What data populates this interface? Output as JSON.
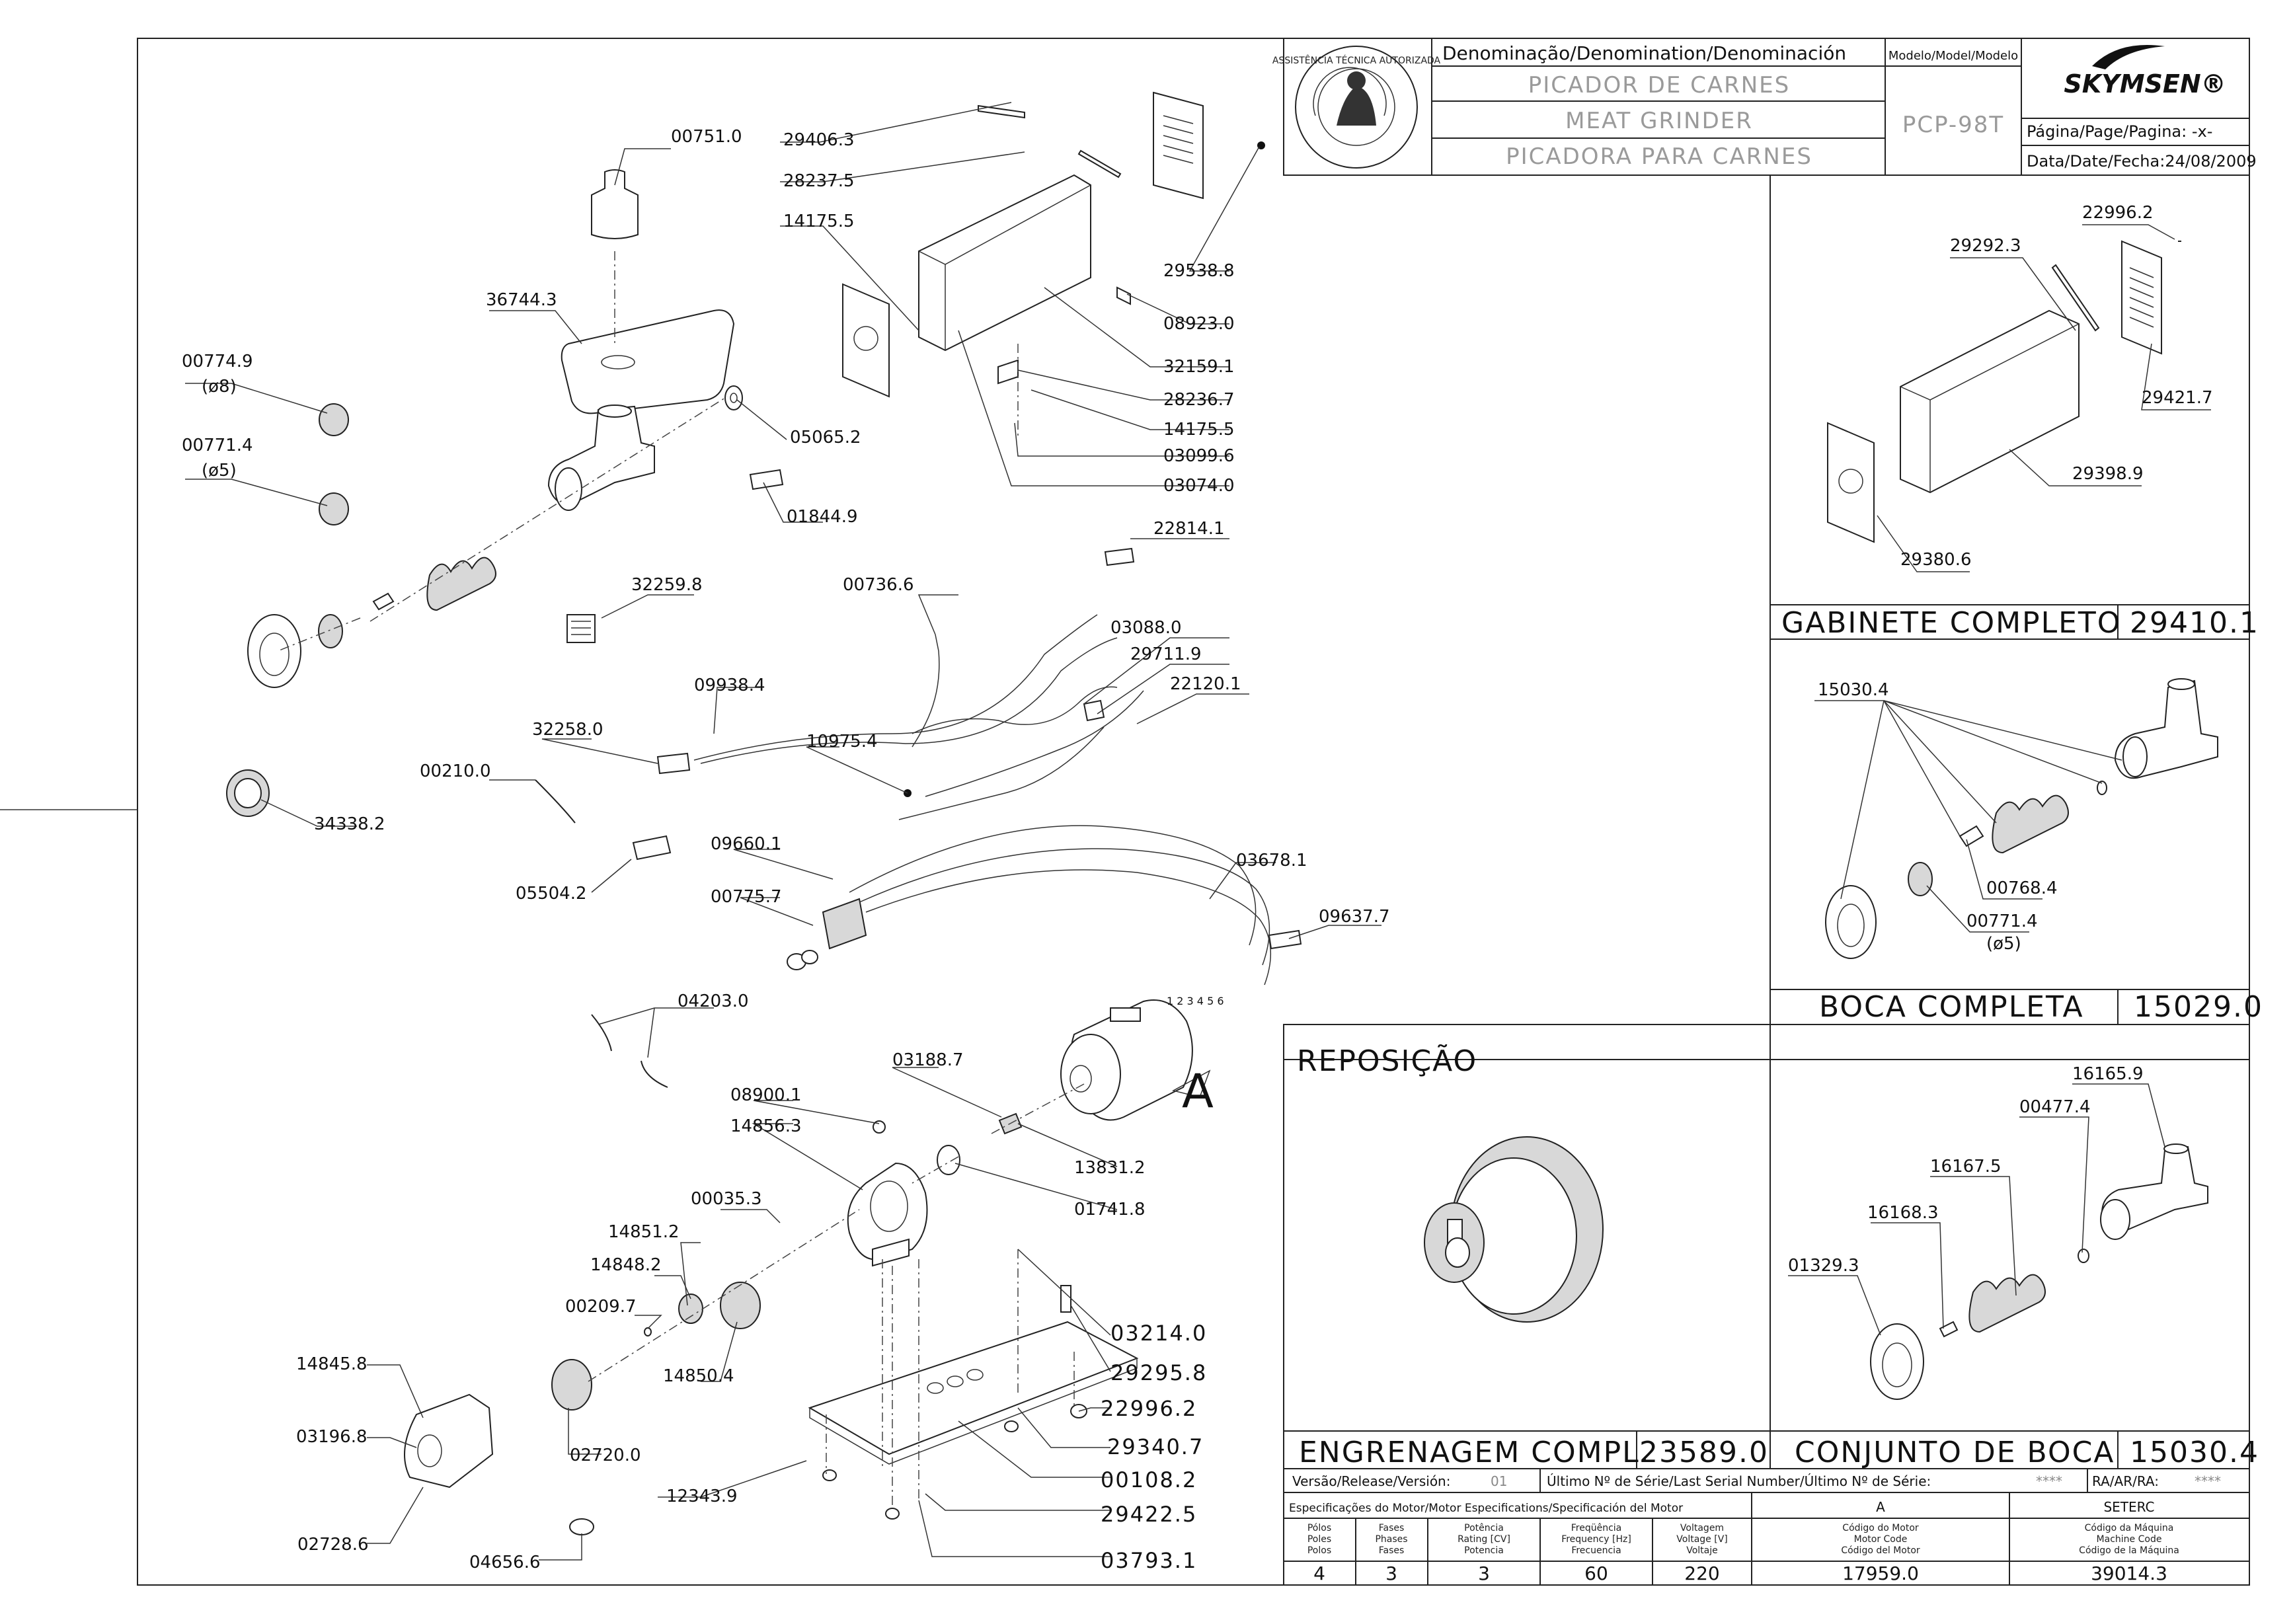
{
  "title_block": {
    "denomination_label": "Denominação/Denomination/Denominación",
    "name_pt": "PICADOR DE CARNES",
    "name_en": "MEAT GRINDER",
    "name_es": "PICADORA PARA CARNES",
    "model_label": "Modelo/Model/Modelo",
    "model_value": "PCP-98T",
    "brand": "SKYMSEN®",
    "page_label": "Página/Page/Pagina: -x-",
    "date_label": "Data/Date/Fecha:24/08/2009",
    "seal_text": "ASSISTÊNCIA TÉCNICA AUTORIZADA"
  },
  "main_parts": [
    {
      "id": "00751.0"
    },
    {
      "id": "36744.3"
    },
    {
      "id": "00774.9",
      "note": "(ø8)"
    },
    {
      "id": "00771.4",
      "note": "(ø5)"
    },
    {
      "id": "05065.2"
    },
    {
      "id": "01844.9"
    },
    {
      "id": "29406.3"
    },
    {
      "id": "28237.5"
    },
    {
      "id": "14175.5"
    },
    {
      "id": "29538.8"
    },
    {
      "id": "08923.0"
    },
    {
      "id": "32159.1"
    },
    {
      "id": "28236.7"
    },
    {
      "id": "14175.5"
    },
    {
      "id": "03099.6"
    },
    {
      "id": "03074.0"
    },
    {
      "id": "22814.1"
    },
    {
      "id": "32259.8"
    },
    {
      "id": "00736.6"
    },
    {
      "id": "03088.0"
    },
    {
      "id": "29711.9"
    },
    {
      "id": "22120.1"
    },
    {
      "id": "09938.4"
    },
    {
      "id": "10975.4"
    },
    {
      "id": "32258.0"
    },
    {
      "id": "00210.0"
    },
    {
      "id": "34338.2"
    },
    {
      "id": "05504.2"
    },
    {
      "id": "09660.1"
    },
    {
      "id": "00775.7"
    },
    {
      "id": "03678.1"
    },
    {
      "id": "09637.7"
    },
    {
      "id": "04203.0"
    },
    {
      "id": "03188.7"
    },
    {
      "id": "08900.1"
    },
    {
      "id": "14856.3"
    },
    {
      "id": "13831.2"
    },
    {
      "id": "01741.8"
    },
    {
      "id": "00035.3"
    },
    {
      "id": "14851.2"
    },
    {
      "id": "14848.2"
    },
    {
      "id": "00209.7"
    },
    {
      "id": "14850.4"
    },
    {
      "id": "03214.0"
    },
    {
      "id": "29295.8"
    },
    {
      "id": "22996.2"
    },
    {
      "id": "14845.8"
    },
    {
      "id": "03196.8"
    },
    {
      "id": "02720.0"
    },
    {
      "id": "29340.7"
    },
    {
      "id": "00108.2"
    },
    {
      "id": "12343.9"
    },
    {
      "id": "29422.5"
    },
    {
      "id": "02728.6"
    },
    {
      "id": "04656.6"
    },
    {
      "id": "03793.1"
    }
  ],
  "motor_marker": "A",
  "motor_terminals": "1 2 3 4 5 6",
  "cabinet": {
    "title": "GABINETE COMPLETO",
    "code": "29410.1",
    "parts": [
      "22996.2",
      "29292.3",
      "29421.7",
      "29398.9",
      "29380.6"
    ]
  },
  "mouth": {
    "title": "BOCA COMPLETA",
    "code": "15029.0",
    "parts": [
      "15030.4",
      "00768.4",
      "00771.4",
      "(ø5)"
    ]
  },
  "replacement": {
    "title": "REPOSIÇÃO",
    "gear_title": "ENGRENAGEM COMPL.",
    "gear_code": "23589.0"
  },
  "mouth_set": {
    "title": "CONJUNTO DE BOCA",
    "code": "15030.4",
    "parts": [
      "16165.9",
      "00477.4",
      "16167.5",
      "16168.3",
      "01329.3"
    ]
  },
  "footer": {
    "version_label": "Versão/Release/Versión:",
    "version_value": "01",
    "serial_label": "Último Nº de Série/Last Serial Number/Último Nº de Série:",
    "serial_value": "****",
    "ra_label": "RA/AR/RA:",
    "ra_value": "****",
    "motor_spec_label": "Especificações do Motor/Motor Especifications/Specificación del Motor",
    "col_a": "A",
    "col_setec": "SETERC",
    "headers": [
      [
        "Pólos",
        "Poles",
        "Polos"
      ],
      [
        "Fases",
        "Phases",
        "Fases"
      ],
      [
        "Potência",
        "Rating [CV]",
        "Potencia"
      ],
      [
        "Freqüência",
        "Frequency [Hz]",
        "Frecuencia"
      ],
      [
        "Voltagem",
        "Voltage [V]",
        "Voltaje"
      ],
      [
        "Código do Motor",
        "Motor Code",
        "Código del Motor"
      ],
      [
        "Código da Máquina",
        "Machine Code",
        "Código de la Máquina"
      ]
    ],
    "values": [
      "4",
      "3",
      "3",
      "60",
      "220",
      "17959.0",
      "39014.3"
    ]
  }
}
